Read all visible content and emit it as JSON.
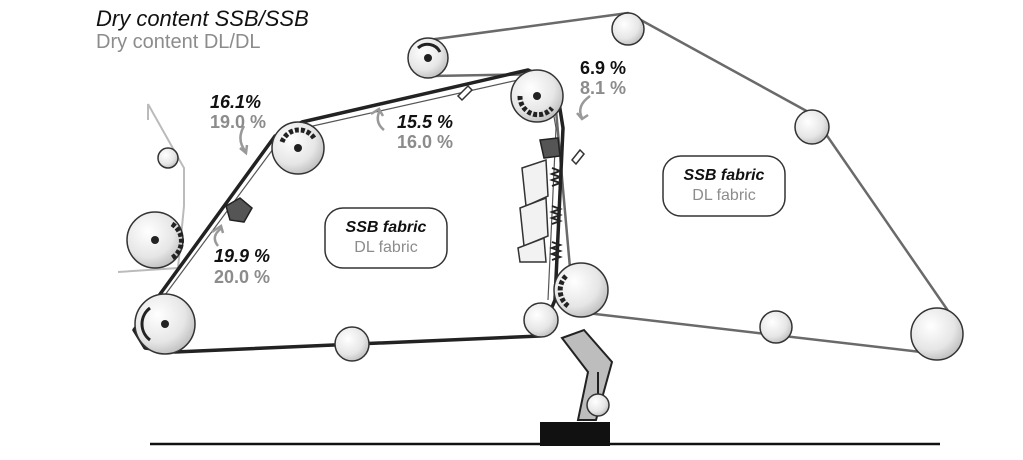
{
  "legend": {
    "line1": "Dry content SSB/SSB",
    "line2": "Dry content DL/DL"
  },
  "readings": [
    {
      "ssb": "16.1%",
      "dl": "19.0 %"
    },
    {
      "ssb": "15.5 %",
      "dl": "16.0 %"
    },
    {
      "ssb": "6.9 %",
      "dl": "8.1 %"
    },
    {
      "ssb": "19.9 %",
      "dl": "20.0 %"
    }
  ],
  "fabric_boxes": [
    {
      "ssb": "SSB fabric",
      "dl": "DL fabric"
    },
    {
      "ssb": "SSB fabric",
      "dl": "DL fabric"
    }
  ],
  "colors": {
    "ssb_text": "#111111",
    "dl_text": "#8c8c8c",
    "fabric_line": "#222222",
    "fabric_line_right": "#6a6a6a",
    "roll_fill": "#ededed",
    "dark_part": "#555555",
    "base": "#111111"
  }
}
